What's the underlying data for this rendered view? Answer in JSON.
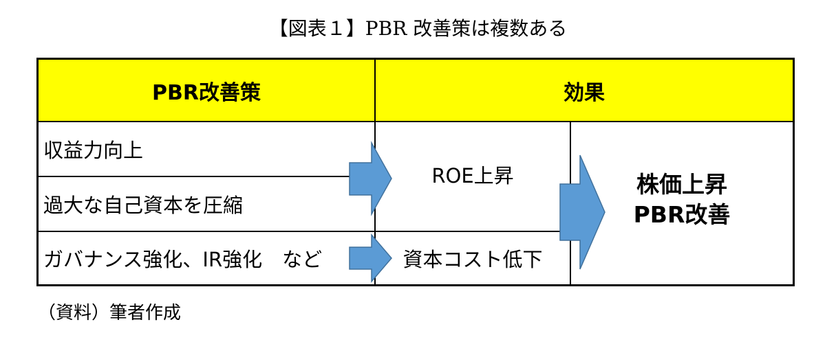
{
  "title": "【図表１】PBR 改善策は複数ある",
  "table": {
    "header_left": "PBR改善策",
    "header_right": "効果",
    "measures": [
      "収益力向上",
      "過大な自己資本を圧縮",
      "ガバナンス強化、IR強化　など"
    ],
    "roe_effect": "ROE上昇",
    "cost_effect": "資本コスト低下",
    "final_effect_line1": "株価上昇",
    "final_effect_line2": "PBR改善"
  },
  "source": "（資料）筆者作成",
  "colors": {
    "header_bg": "#ffff00",
    "arrow_fill": "#5b9bd5"
  }
}
